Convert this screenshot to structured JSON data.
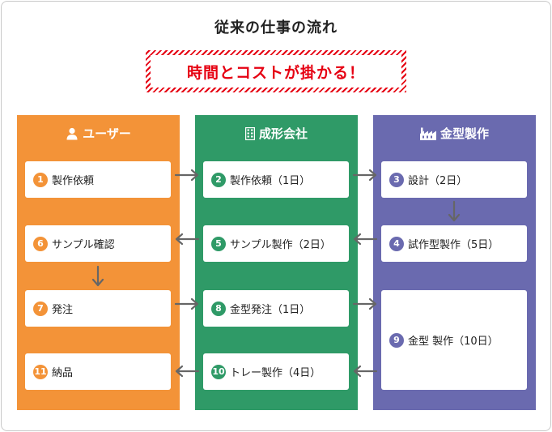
{
  "title": "従来の仕事の流れ",
  "banner": "時間とコストが掛かる！",
  "colors": {
    "user": "#f39338",
    "molder": "#2f9a67",
    "mold_maker": "#6a6aaf",
    "banner_red": "#e60012",
    "arrow": "#666666"
  },
  "columns": {
    "user": {
      "label": "ユーザー",
      "icon": "person-icon",
      "steps": [
        {
          "num": "1",
          "label": "製作依頼"
        },
        {
          "num": "6",
          "label": "サンプル確認"
        },
        {
          "num": "7",
          "label": "発注"
        },
        {
          "num": "11",
          "label": "納品"
        }
      ]
    },
    "molder": {
      "label": "成形会社",
      "icon": "building-icon",
      "steps": [
        {
          "num": "2",
          "label": "製作依頼（1日）"
        },
        {
          "num": "5",
          "label": "サンプル製作（2日）"
        },
        {
          "num": "8",
          "label": "金型発注（1日）"
        },
        {
          "num": "10",
          "label": "トレー製作（4日）"
        }
      ]
    },
    "mold_maker": {
      "label": "金型製作",
      "icon": "factory-icon",
      "steps": [
        {
          "num": "3",
          "label": "設計（2日）"
        },
        {
          "num": "4",
          "label": "試作型製作（5日）"
        },
        {
          "num": "9",
          "label": "金型 製作（10日）"
        }
      ]
    }
  }
}
